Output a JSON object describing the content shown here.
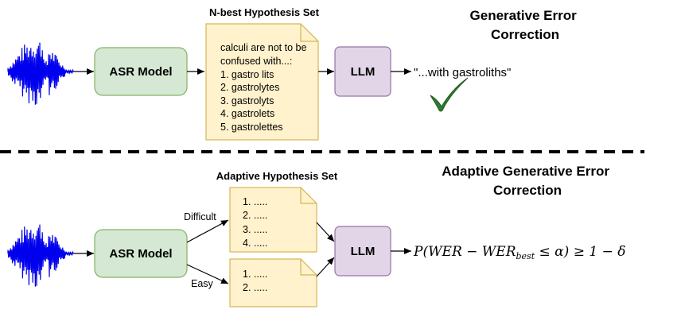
{
  "top": {
    "section_title_line1": "Generative Error",
    "section_title_line2": "Correction",
    "set_title": "N-best Hypothesis Set",
    "asr_label": "ASR Model",
    "llm_label": "LLM",
    "output_text": "\"...with gastroliths\"",
    "hypotheses": [
      "calculi are not to be",
      "confused with...:",
      "1. gastro lits",
      "2. gastrolytes",
      "3. gastrolyts",
      "4. gastrolets",
      "5. gastrolettes"
    ],
    "check_icon": "check-icon",
    "check_color": "#2e7d2e"
  },
  "bottom": {
    "section_title_line1": "Adaptive Generative Error",
    "section_title_line2": "Correction",
    "set_title": "Adaptive Hypothesis Set",
    "asr_label": "ASR Model",
    "llm_label": "LLM",
    "difficult_label": "Difficult",
    "easy_label": "Easy",
    "difficult_items": [
      "1. .....",
      "2. .....",
      "3. .....",
      "4. ....."
    ],
    "easy_items": [
      "1. .....",
      "2. ....."
    ],
    "formula": {
      "lhs_prefix": "P(WER − WER",
      "subscript": "best",
      "rhs": " ≤ α) ≥ 1 − δ"
    }
  },
  "colors": {
    "asr_fill": "#d5e8d4",
    "asr_stroke": "#82b366",
    "llm_fill": "#e1d5e7",
    "llm_stroke": "#9673a6",
    "note_fill": "#fff2cc",
    "note_stroke": "#d6b656",
    "waveform": "#0000ee"
  }
}
